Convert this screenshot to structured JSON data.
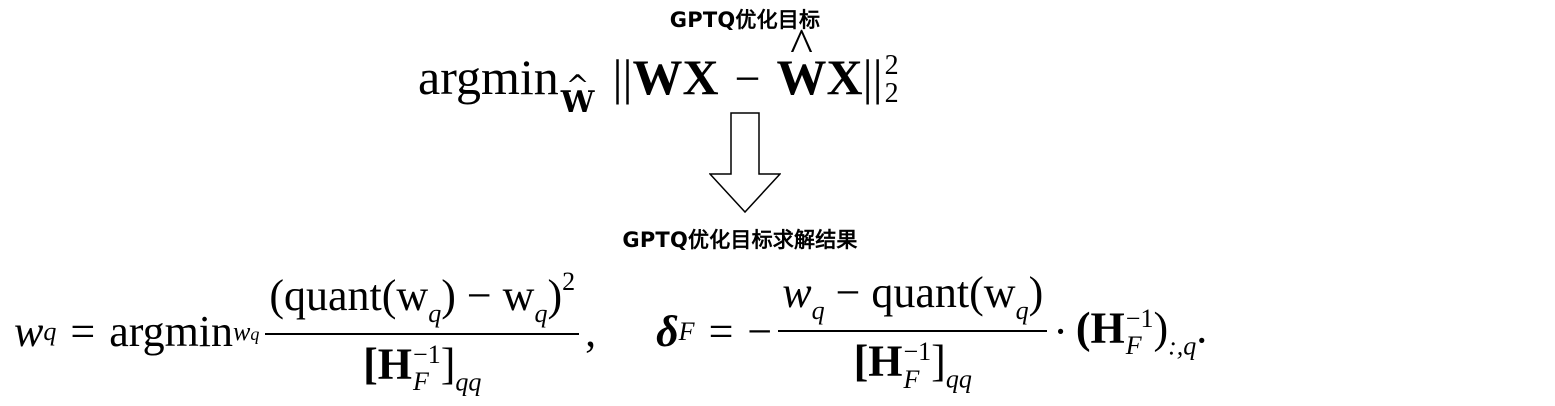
{
  "titles": {
    "top": "GPTQ优化目标",
    "bottom": "GPTQ优化目标求解结果"
  },
  "formula_top": {
    "operator": "argmin",
    "subscript_var": "W",
    "hat_mark": "^",
    "norm_open": "||",
    "term_w": "W",
    "term_x": "X",
    "minus": "−",
    "term_hat_w": "W",
    "term_hat_x": "X",
    "norm_close": "||",
    "power": "2",
    "norm_sub": "2"
  },
  "formula_bottom": {
    "lhs_var": "w",
    "lhs_sub": "q",
    "equals": "=",
    "operator": "argmin",
    "operator_sub_var": "w",
    "operator_sub_sub": "q",
    "frac1_num": "(quant(w",
    "frac1_num_sub": "q",
    "frac1_num_mid": ") − w",
    "frac1_num_sub2": "q",
    "frac1_num_close": ")",
    "frac1_num_power": "2",
    "frac1_den_open": "[H",
    "frac1_den_sup": "−1",
    "frac1_den_sub": "F",
    "frac1_den_close": "]",
    "frac1_den_outer_sub": "qq",
    "comma": ",",
    "delta": "δ",
    "delta_sub": "F",
    "equals2": "=",
    "neg": "−",
    "frac2_num_w": "w",
    "frac2_num_sub": "q",
    "frac2_num_rest": " − quant(w",
    "frac2_num_sub2": "q",
    "frac2_num_close": ")",
    "frac2_den_open": "[H",
    "frac2_den_sup": "−1",
    "frac2_den_sub": "F",
    "frac2_den_close": "]",
    "frac2_den_outer_sub": "qq",
    "dot": "·",
    "tail_open": "(H",
    "tail_sup": "−1",
    "tail_sub": "F",
    "tail_close": ")",
    "tail_outer_sub": ":,q",
    "period": "."
  },
  "arrow": {
    "direction": "down",
    "fill": "#ffffff",
    "stroke": "#000000"
  }
}
